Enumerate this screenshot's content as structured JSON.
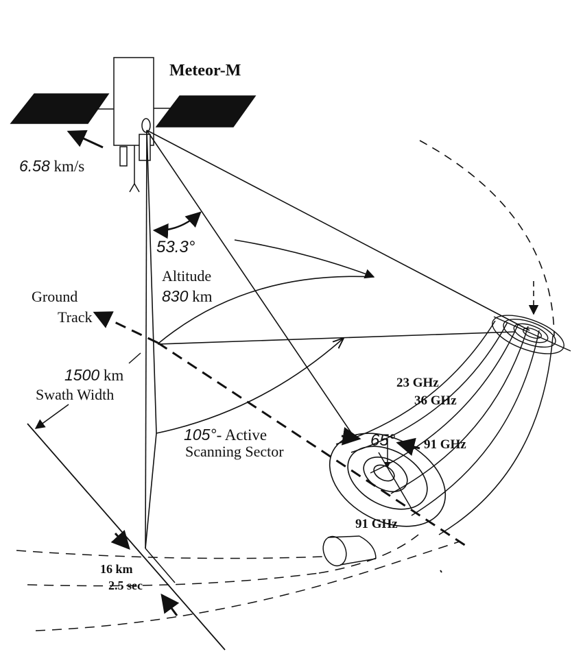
{
  "satellite": {
    "name": "Meteor-M",
    "velocity_value": "6.58",
    "velocity_unit": "km/s"
  },
  "angles": {
    "incidence_value": "53.3°",
    "scan_value": "105°",
    "scan_suffix": "-",
    "scan_label_1": "Active",
    "scan_label_2": "Scanning Sector",
    "footprint_angle": "65°"
  },
  "altitude": {
    "label": "Altitude",
    "value": "830",
    "unit": "km"
  },
  "ground_track": {
    "line1": "Ground",
    "line2": "Track"
  },
  "swath": {
    "value": "1500",
    "unit": "km",
    "label": "Swath Width"
  },
  "frequencies": {
    "f23": "23 GHz",
    "f36": "36 GHz",
    "f91_right": "91 GHz",
    "f91_bottom": "91 GHz"
  },
  "along_track": {
    "distance": "16 km",
    "time": "2.5 sec"
  }
}
